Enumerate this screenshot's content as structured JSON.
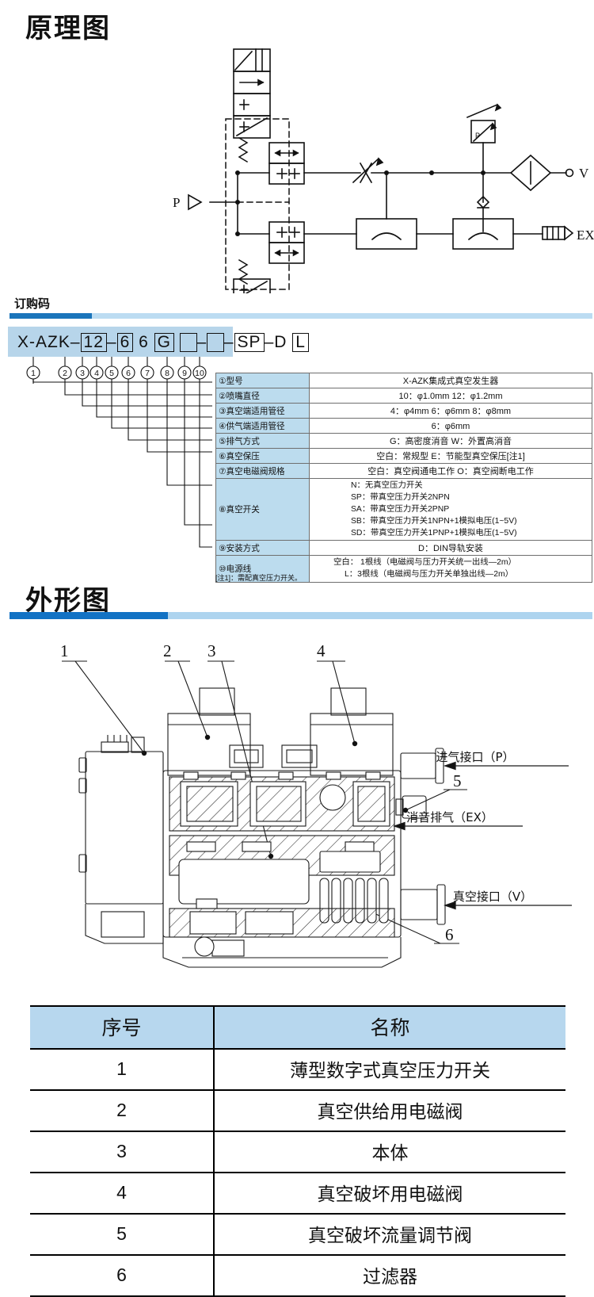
{
  "sections": {
    "schematic_title": "原理图",
    "order_code_title": "订购码",
    "outline_title": "外形图"
  },
  "schematic": {
    "port_p": "P",
    "port_v": "V",
    "port_ex": "EX",
    "pilot_mark": "P"
  },
  "order_code": {
    "prefix": "X-AZK",
    "segments": [
      "12",
      "6",
      "6",
      "G",
      "□",
      "□",
      "SP",
      "D",
      "L"
    ],
    "markers": [
      "①",
      "②",
      "③",
      "④",
      "⑤",
      "⑥",
      "⑦",
      "⑧",
      "⑨",
      "⑩"
    ]
  },
  "spec_table": {
    "rows": [
      {
        "no": "①",
        "label": "型号",
        "value": "X-AZK集成式真空发生器"
      },
      {
        "no": "②",
        "label": "喷嘴直径",
        "value": "10：φ1.0mm        12：φ1.2mm"
      },
      {
        "no": "③",
        "label": "真空端适用管径",
        "value": "4：φ4mm     6：φ6mm     8：φ8mm"
      },
      {
        "no": "④",
        "label": "供气端适用管径",
        "value": "6：φ6mm"
      },
      {
        "no": "⑤",
        "label": "排气方式",
        "value": "G：高密度消音          W：外置高消音"
      },
      {
        "no": "⑥",
        "label": "真空保压",
        "value": "空白：常规型          E：节能型真空保压[注1]"
      },
      {
        "no": "⑦",
        "label": "真空电磁阀规格",
        "value": "空白：真空阀通电工作    O：真空阀断电工作"
      },
      {
        "no": "⑧",
        "label": "真空开关",
        "multi": [
          "N：无真空压力开关",
          "SP：带真空压力开关2NPN",
          "SA：带真空压力开关2PNP",
          "SB：带真空压力开关1NPN+1模拟电压(1~5V)",
          "SD：带真空压力开关1PNP+1模拟电压(1~5V)"
        ]
      },
      {
        "no": "⑨",
        "label": "安装方式",
        "value": "D：DIN导轨安装"
      },
      {
        "no": "⑩",
        "label": "电源线",
        "multi": [
          "空白： 1根线（电磁阀与压力开关统一出线—2m）",
          "L：3根线（电磁阀与压力开关单独出线—2m）"
        ]
      }
    ],
    "note": "[注1]：需配真空压力开关。"
  },
  "outline": {
    "callouts": [
      "1",
      "2",
      "3",
      "4",
      "5",
      "6"
    ],
    "annotations": {
      "inlet": "进气接口（P）",
      "exhaust": "消音排气（EX）",
      "vacuum": "真空接口（V）"
    }
  },
  "parts_table": {
    "headers": [
      "序号",
      "名称"
    ],
    "rows": [
      {
        "no": "1",
        "name": "薄型数字式真空压力开关"
      },
      {
        "no": "2",
        "name": "真空供给用电磁阀"
      },
      {
        "no": "3",
        "name": "本体"
      },
      {
        "no": "4",
        "name": "真空破坏用电磁阀"
      },
      {
        "no": "5",
        "name": "真空破坏流量调节阀"
      },
      {
        "no": "6",
        "name": "过滤器"
      }
    ]
  },
  "colors": {
    "accent_dark": "#1272c4",
    "accent_light": "#aed4ef",
    "table_header": "#b7d7ee",
    "band": "#b7d5ea"
  }
}
